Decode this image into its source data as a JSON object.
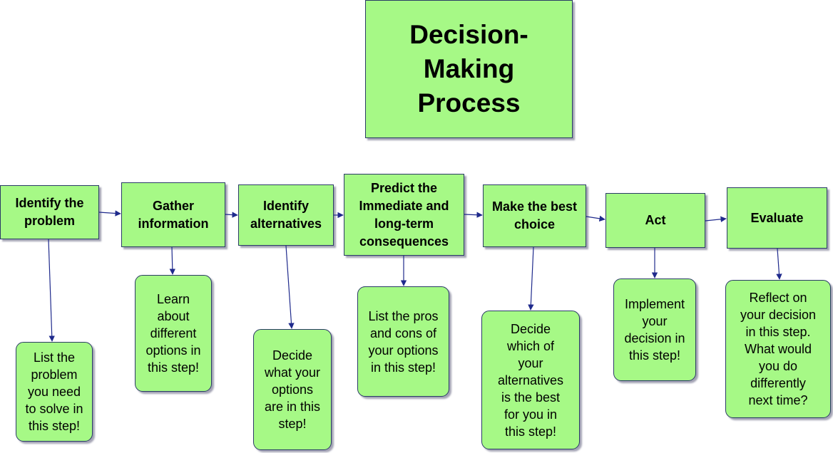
{
  "title": "Decision-\nMaking\nProcess",
  "steps": [
    {
      "label": "Identify the\nproblem",
      "note": "List the\nproblem\nyou need\nto solve in\nthis step!"
    },
    {
      "label": "Gather\ninformation",
      "note": "Learn\nabout\ndifferent\noptions in\nthis step!"
    },
    {
      "label": "Identify\nalternatives",
      "note": "Decide\nwhat your\noptions\nare in this\nstep!"
    },
    {
      "label": "Predict the\nImmediate and\nlong-term\nconsequences",
      "note": "List the pros\nand cons of\nyour options\nin this step!"
    },
    {
      "label": "Make the best\nchoice",
      "note": "Decide\nwhich of\nyour\nalternatives\nis the best\nfor you in\nthis step!"
    },
    {
      "label": "Act",
      "note": "Implement\nyour\ndecision in\nthis step!"
    },
    {
      "label": "Evaluate",
      "note": "Reflect on\nyour decision\nin this step.\nWhat would\nyou do\ndifferently\nnext time?"
    }
  ],
  "colors": {
    "box_fill": "#a6f986",
    "box_border": "#2a3b66",
    "connector": "#1f2a8c"
  }
}
